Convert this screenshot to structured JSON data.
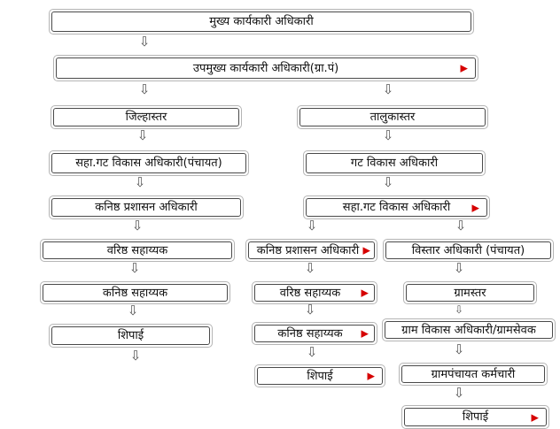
{
  "colors": {
    "accent_red": "#d60000",
    "box_border_outer": "#b5b5b5",
    "box_border_inner": "#4a4a4a"
  },
  "icons": {
    "down_arrow": "⇩",
    "expand_arrow": "▶"
  },
  "top": {
    "ceo": "मुख्य कार्यकारी अधिकारी",
    "deputy_ceo": "उपमुख्य कार्यकारी अधिकारी(ग्रा.पं)"
  },
  "district_branch": {
    "level": "जिल्हास्तर",
    "items": [
      "सहा.गट विकास अधिकारी(पंचायत)",
      "कनिष्ठ प्रशासन अधिकारी",
      "वरिष्ठ सहाय्यक",
      "कनिष्ठ सहाय्यक",
      "शिपाई"
    ]
  },
  "taluka_branch": {
    "level": "तालुकास्तर",
    "bdo": "गट विकास अधिकारी",
    "asst_bdo": "सहा.गट विकास अधिकारी",
    "admin_sub": [
      "कनिष्ठ प्रशासन अधिकारी",
      "वरिष्ठ सहाय्यक",
      "कनिष्ठ सहाय्यक",
      "शिपाई"
    ],
    "village_sub": {
      "ext_officer": "विस्तार अधिकारी (पंचायत)",
      "level": "ग्रामस्तर",
      "items": [
        "ग्राम विकास अधिकारी/ग्रामसेवक",
        "ग्रामपंचायत कर्मचारी",
        "शिपाई"
      ]
    }
  }
}
